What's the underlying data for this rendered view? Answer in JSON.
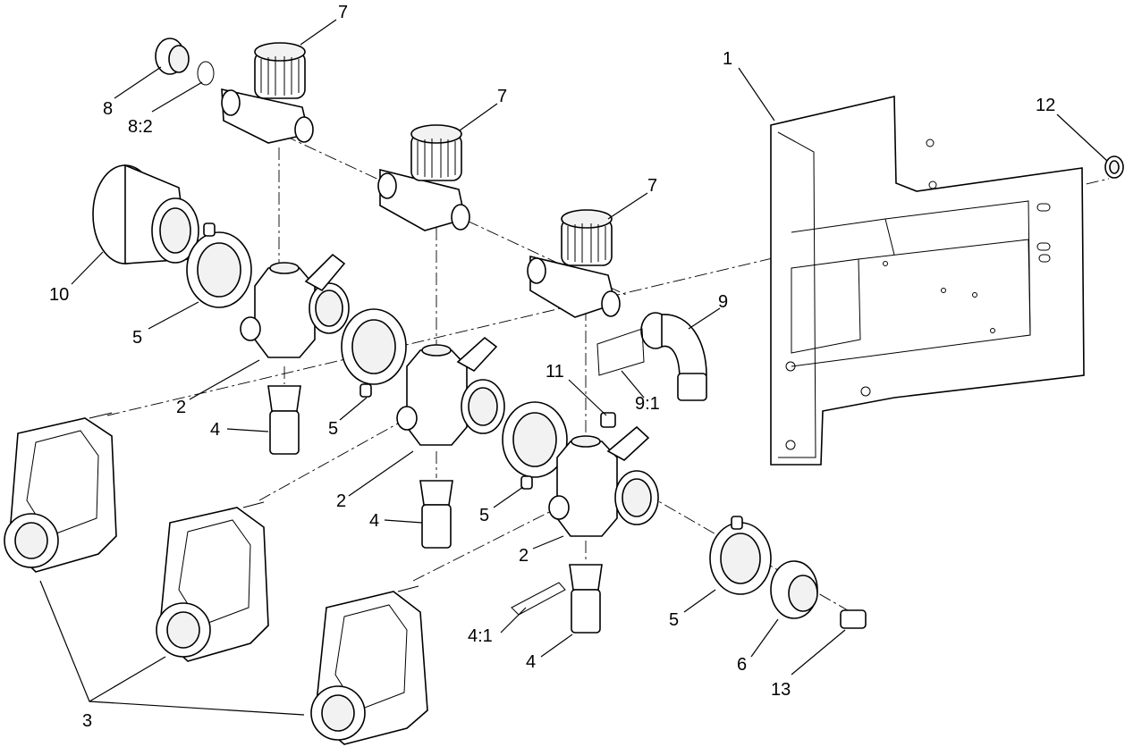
{
  "diagram": {
    "labels": {
      "l1": "1",
      "l2a": "2",
      "l2b": "2",
      "l2c": "2",
      "l3": "3",
      "l4a": "4",
      "l4b": "4",
      "l4c": "4",
      "l4_1": "4:1",
      "l5a": "5",
      "l5b": "5",
      "l5c": "5",
      "l5d": "5",
      "l6": "6",
      "l7a": "7",
      "l7b": "7",
      "l7c": "7",
      "l8": "8",
      "l8_2": "8:2",
      "l9": "9",
      "l9_1": "9:1",
      "l10": "10",
      "l11": "11",
      "l12": "12",
      "l13": "13"
    }
  }
}
